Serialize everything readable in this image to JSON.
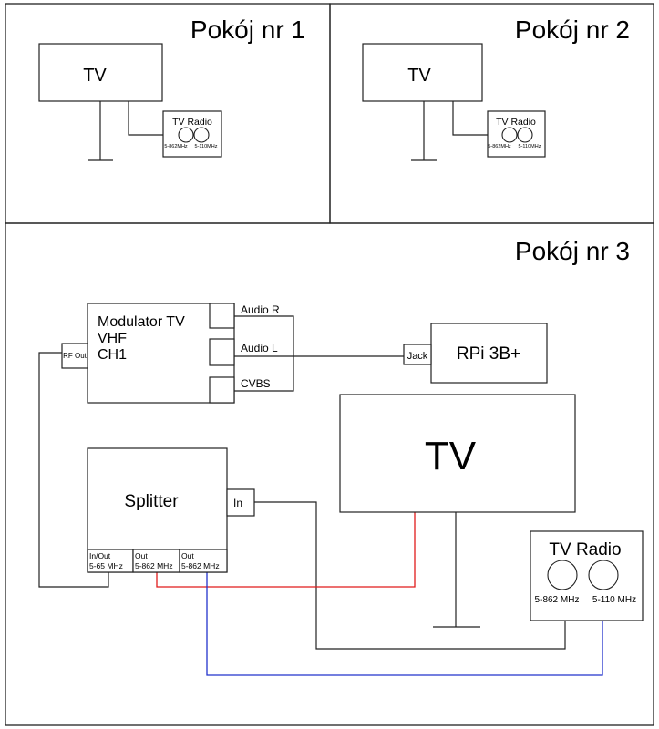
{
  "rooms": {
    "room1": {
      "title": "Pokój nr 1",
      "tv_label": "TV",
      "radio": {
        "title": "TV Radio",
        "port_tv": "5-862MHz",
        "port_radio": "5-110MHz"
      }
    },
    "room2": {
      "title": "Pokój nr 2",
      "tv_label": "TV",
      "radio": {
        "title": "TV Radio",
        "port_tv": "5-862MHz",
        "port_radio": "5-110MHz"
      }
    },
    "room3": {
      "title": "Pokój nr 3",
      "modulator": {
        "line1": "Modulator TV",
        "line2": "VHF",
        "line3": "CH1",
        "rf_out": "RF Out",
        "audio_r": "Audio R",
        "audio_l": "Audio L",
        "cvbs": "CVBS"
      },
      "rpi": {
        "label": "RPi 3B+",
        "jack": "Jack"
      },
      "tv_label": "TV",
      "splitter": {
        "label": "Splitter",
        "in": "In",
        "port1_line1": "In/Out",
        "port1_line2": "5-65 MHz",
        "port2_line1": "Out",
        "port2_line2": "5-862 MHz",
        "port3_line1": "Out",
        "port3_line2": "5-862 MHz"
      },
      "radio": {
        "title": "TV Radio",
        "port_tv": "5-862 MHz",
        "port_radio": "5-110 MHz"
      }
    }
  },
  "colors": {
    "red_wire": "#e01b1b",
    "blue_wire": "#2233cc",
    "line": "#222222"
  }
}
